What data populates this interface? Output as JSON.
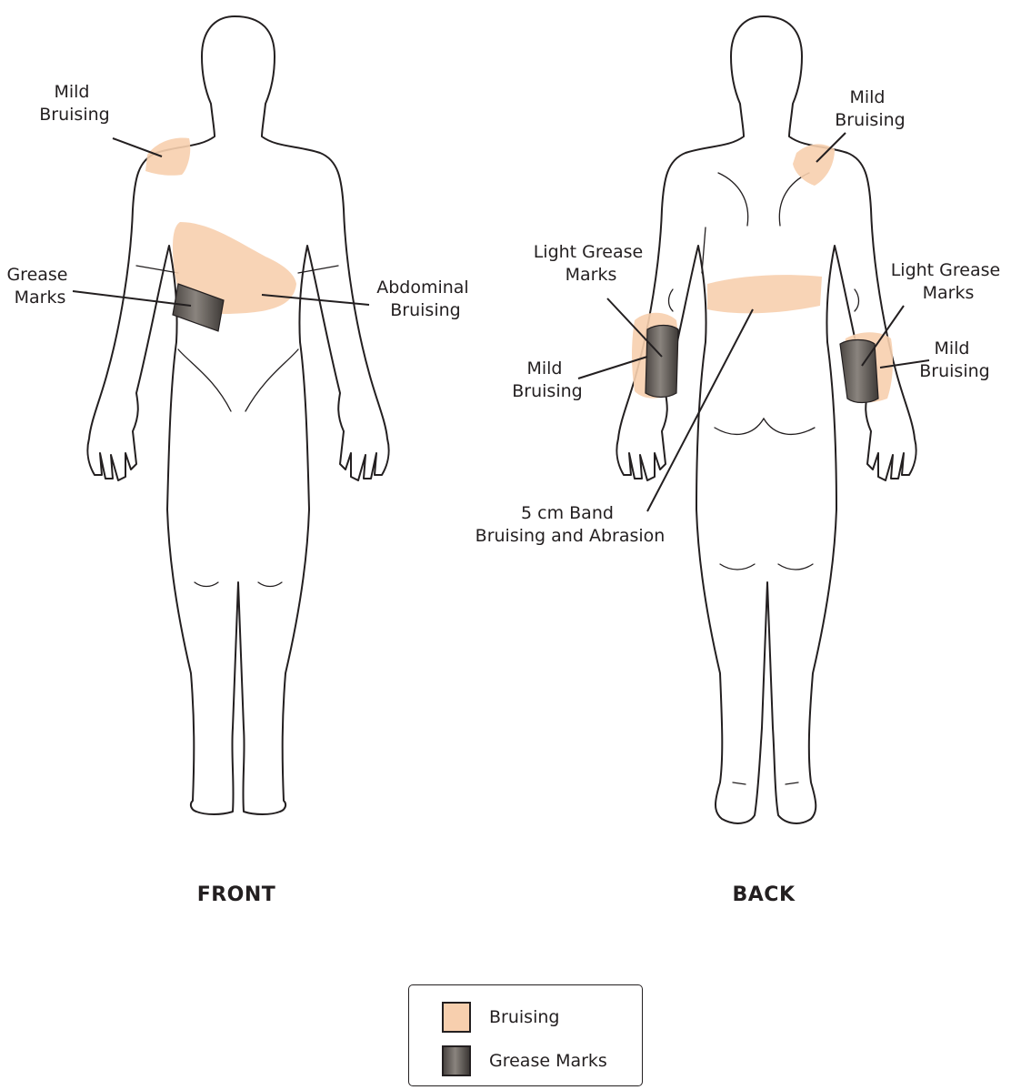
{
  "views": {
    "front": "FRONT",
    "back": "BACK"
  },
  "front_labels": {
    "shoulder": [
      "Mild",
      "Bruising"
    ],
    "grease": [
      "Grease",
      "Marks"
    ],
    "abdominal": [
      "Abdominal",
      "Bruising"
    ]
  },
  "back_labels": {
    "shoulder": [
      "Mild",
      "Bruising"
    ],
    "left_grease": [
      "Light Grease",
      "Marks"
    ],
    "left_bruise": [
      "Mild",
      "Bruising"
    ],
    "right_grease": [
      "Light Grease",
      "Marks"
    ],
    "right_bruise": [
      "Mild",
      "Bruising"
    ],
    "band": [
      "5 cm Band",
      "Bruising and Abrasion"
    ]
  },
  "legend": {
    "items": [
      {
        "label": "Bruising",
        "color": "#f7cfae"
      },
      {
        "label": "Grease Marks",
        "color": "#6b6560"
      }
    ]
  },
  "colors": {
    "bruise": "#f7cfae",
    "grease": "#6b6560",
    "outline": "#231f20"
  }
}
